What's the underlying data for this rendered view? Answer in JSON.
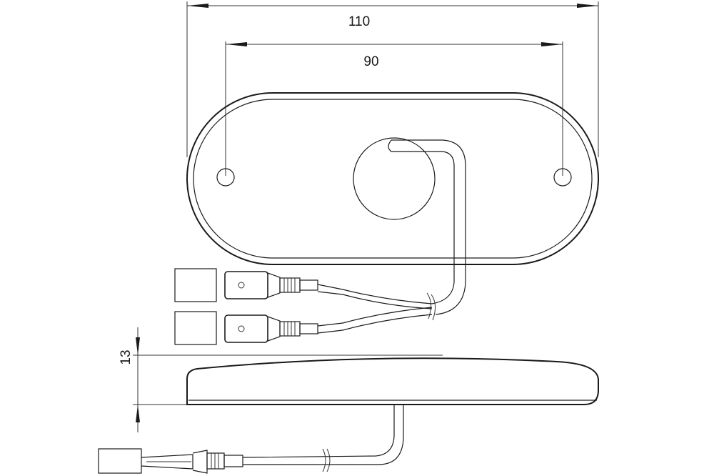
{
  "diagram": {
    "dimensions": {
      "overall_width": "110",
      "hole_spacing": "90",
      "height": "13"
    },
    "colors": {
      "line": "#1a1a1a",
      "background": "#ffffff"
    }
  }
}
